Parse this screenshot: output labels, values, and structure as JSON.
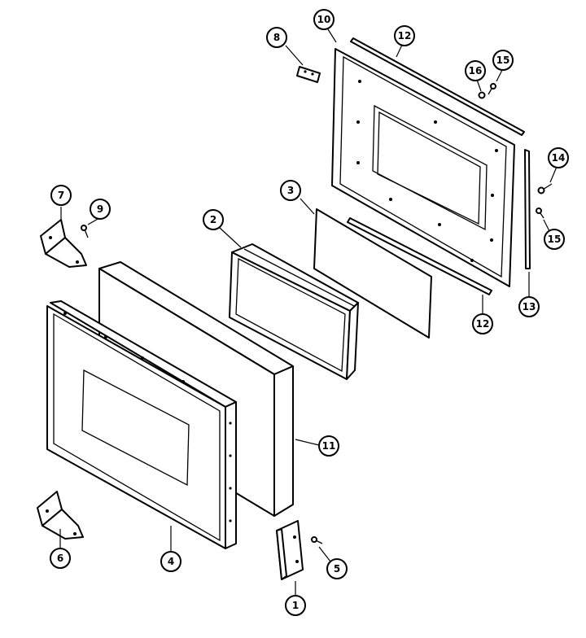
{
  "callouts": [
    {
      "id": "1",
      "label": "1"
    },
    {
      "id": "2",
      "label": "2"
    },
    {
      "id": "3",
      "label": "3"
    },
    {
      "id": "4",
      "label": "4"
    },
    {
      "id": "5",
      "label": "5"
    },
    {
      "id": "6",
      "label": "6"
    },
    {
      "id": "7",
      "label": "7"
    },
    {
      "id": "8",
      "label": "8"
    },
    {
      "id": "9",
      "label": "9"
    },
    {
      "id": "10",
      "label": "10"
    },
    {
      "id": "11",
      "label": "11"
    },
    {
      "id": "12a",
      "label": "12"
    },
    {
      "id": "12b",
      "label": "12"
    },
    {
      "id": "13",
      "label": "13"
    },
    {
      "id": "14",
      "label": "14"
    },
    {
      "id": "15a",
      "label": "15"
    },
    {
      "id": "15b",
      "label": "15"
    },
    {
      "id": "16",
      "label": "16"
    }
  ]
}
